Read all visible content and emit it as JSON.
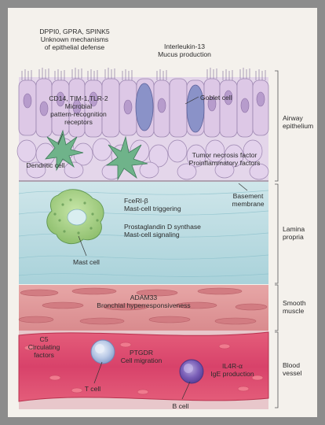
{
  "top_labels": {
    "genes": "DPPI0, GPRA, SPINK5",
    "genes_l2": "Unknown mechanisms",
    "genes_l3": "of epithelial defense",
    "il13": "Interleukin-13",
    "il13_l2": "Mucus production"
  },
  "epithelium_labels": {
    "cd14": "CD14, TIM-1,TLR-2",
    "cd14_l2": "Microbial",
    "cd14_l3": "pattern-recognition",
    "cd14_l4": "receptors",
    "goblet": "Goblet cell",
    "dendritic": "Dendritic cell",
    "tnf": "Tumor necrosis factor",
    "tnf_l2": "Proinflammatory factors"
  },
  "lamina_labels": {
    "fce": "FceRI-β",
    "fce_l2": "Mast-cell triggering",
    "ptgd": "Prostaglandin D synthase",
    "ptgd_l2": "Mast-cell signaling",
    "mast": "Mast cell",
    "basement": "Basement",
    "basement_l2": "membrane"
  },
  "muscle_labels": {
    "adam": "ADAM33",
    "adam_l2": "Bronchial hyperresponsiveness"
  },
  "vessel_labels": {
    "c5": "C5",
    "c5_l2": "Circulating",
    "c5_l3": "factors",
    "ptgdr": "PTGDR",
    "ptgdr_l2": "Cell migration",
    "il4r": "IL4R-α",
    "il4r_l2": "IgE production",
    "tcell": "T cell",
    "bcell": "B cell"
  },
  "side_labels": {
    "airway": "Airway",
    "airway_l2": "epithelium",
    "lamina": "Lamina",
    "lamina_l2": "propria",
    "smooth": "Smooth",
    "smooth_l2": "muscle",
    "blood": "Blood",
    "blood_l2": "vessel"
  }
}
